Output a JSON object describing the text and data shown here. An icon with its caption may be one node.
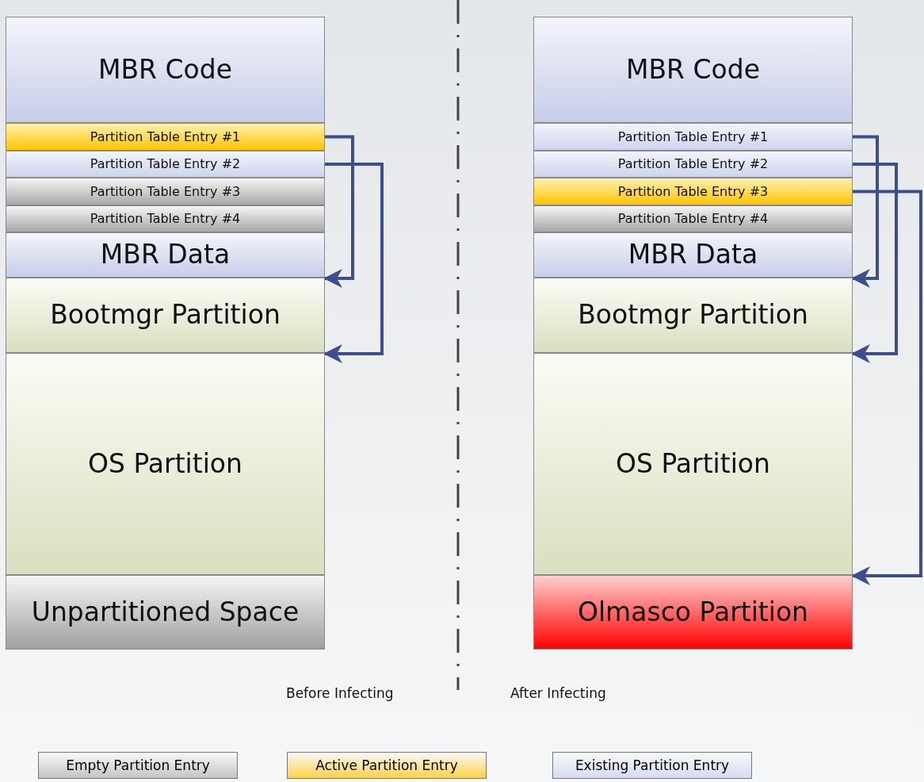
{
  "diagram": {
    "nodes": [
      {
        "text": [
          "MBR Code"
        ]
      },
      {
        "text": [
          "Partition Table Entry #1"
        ]
      },
      {
        "text": [
          "Partition Table Entry #2"
        ]
      },
      {
        "text": [
          "Partition Table Entry #3"
        ]
      },
      {
        "text": [
          "Partition Table Entry #4"
        ]
      },
      {
        "text": [
          "MBR Data"
        ]
      },
      {
        "text": [
          "Bootmgr Partition"
        ]
      },
      {
        "text": [
          "OS Partition"
        ]
      },
      {
        "text": [
          "Unpartitioned Space"
        ]
      },
      {
        "text": [
          "MBR Code"
        ]
      },
      {
        "text": [
          "Partition Table Entry #1"
        ]
      },
      {
        "text": [
          "Partition Table Entry #2"
        ]
      },
      {
        "text": [
          "Partition Table Entry #3"
        ]
      },
      {
        "text": [
          "Partition Table Entry #4"
        ]
      },
      {
        "text": [
          "MBR Data"
        ]
      },
      {
        "text": [
          "Bootmgr Partition"
        ]
      },
      {
        "text": [
          "OS Partition"
        ]
      },
      {
        "text": [
          "Olmasco Partition"
        ]
      }
    ],
    "edges": [
      {
        "from": 1,
        "to": 6,
        "arrow": "to"
      },
      {
        "from": 2,
        "to": 7,
        "arrow": "to"
      },
      {
        "from": 10,
        "to": 15,
        "arrow": "to"
      },
      {
        "from": 11,
        "to": 16,
        "arrow": "to"
      },
      {
        "from": 12,
        "to": 17,
        "arrow": "to"
      }
    ],
    "labels": [
      "Before Infecting",
      "After Infecting"
    ],
    "legend": [
      {
        "text": "Empty Partition Entry",
        "color": "#c4c4c4"
      },
      {
        "text": "Active Partition Entry",
        "color": "#ffd24a"
      },
      {
        "text": "Existing Partition Entry",
        "color": "#d5dcf0"
      }
    ]
  }
}
